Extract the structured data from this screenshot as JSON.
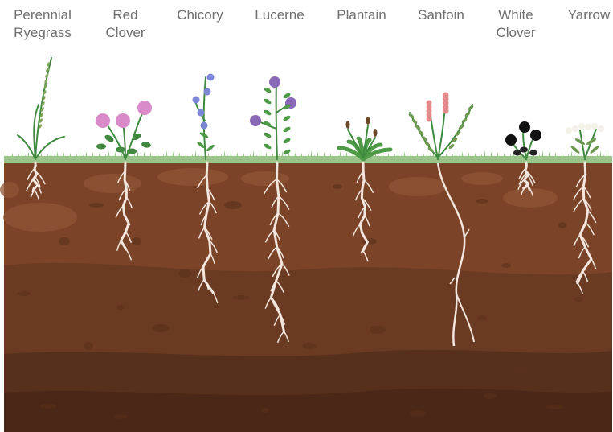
{
  "plants": [
    {
      "name": "perennial-ryegrass",
      "label_lines": [
        "Perennial",
        "Ryegrass"
      ]
    },
    {
      "name": "red-clover",
      "label_lines": [
        "Red",
        "Clover"
      ]
    },
    {
      "name": "chicory",
      "label_lines": [
        "Chicory"
      ]
    },
    {
      "name": "lucerne",
      "label_lines": [
        "Lucerne"
      ]
    },
    {
      "name": "plantain",
      "label_lines": [
        "Plantain"
      ]
    },
    {
      "name": "sanfoin",
      "label_lines": [
        "Sanfoin"
      ]
    },
    {
      "name": "white-clover",
      "label_lines": [
        "White",
        "Clover"
      ]
    },
    {
      "name": "yarrow",
      "label_lines": [
        "Yarrow"
      ]
    }
  ],
  "colors": {
    "label_text": "#6f6f6f",
    "grass": "#9ac48a",
    "soil_top": "#7b4428",
    "soil_mid": "#6a3a22",
    "soil_deep": "#57301c",
    "soil_bottom": "#4a2716",
    "root": "#f2e6de",
    "stem": "#3f8a3e",
    "leaf": "#4f9a47",
    "clover_flower": "#d98ac8",
    "chicory_flower": "#7d86d6",
    "lucerne_flower": "#8a68b8",
    "sanfoin_flower": "#e58a8a",
    "white_clover_flower": "#111111",
    "yarrow_flower": "#f3f1e8"
  }
}
